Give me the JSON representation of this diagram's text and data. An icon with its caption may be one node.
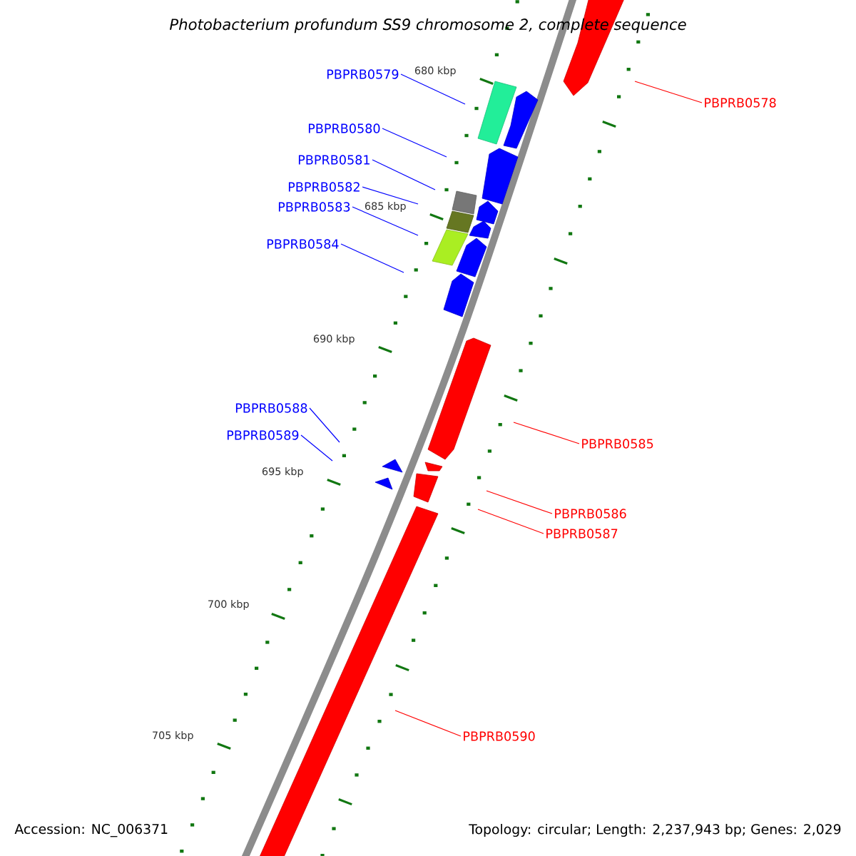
{
  "diagram": {
    "nodes": [
      {
        "text": [
          "PBPRB0579"
        ]
      },
      {
        "text": [
          "PBPRB0578"
        ]
      },
      {
        "text": [
          "PBPRB0580"
        ]
      },
      {
        "text": [
          "PBPRB0581"
        ]
      },
      {
        "text": [
          "PBPRB0582"
        ]
      },
      {
        "text": [
          "PBPRB0583"
        ]
      },
      {
        "text": [
          "PBPRB0584"
        ]
      },
      {
        "text": [
          "PBPRB0588"
        ]
      },
      {
        "text": [
          "PBPRB0589"
        ]
      },
      {
        "text": [
          "PBPRB0585"
        ]
      },
      {
        "text": [
          "PBPRB0586"
        ]
      },
      {
        "text": [
          "PBPRB0587"
        ]
      },
      {
        "text": [
          "PBPRB0590"
        ]
      }
    ],
    "edges": [
      {
        "from": 0,
        "to": null,
        "arrow": "none"
      },
      {
        "from": 1,
        "to": null,
        "arrow": "none",
        "color": "#ff0000"
      },
      {
        "from": 2,
        "to": null,
        "arrow": "none"
      },
      {
        "from": 3,
        "to": null,
        "arrow": "none"
      },
      {
        "from": 4,
        "to": null,
        "arrow": "none"
      },
      {
        "from": 5,
        "to": null,
        "arrow": "none"
      },
      {
        "from": 6,
        "to": null,
        "arrow": "none"
      },
      {
        "from": 7,
        "to": null,
        "arrow": "none"
      },
      {
        "from": 8,
        "to": null,
        "arrow": "none"
      },
      {
        "from": 9,
        "to": null,
        "arrow": "none",
        "color": "#ff0000"
      },
      {
        "from": 10,
        "to": null,
        "arrow": "none",
        "color": "#ff0000"
      },
      {
        "from": 11,
        "to": null,
        "arrow": "none",
        "color": "#ff0000"
      },
      {
        "from": 12,
        "to": null,
        "arrow": "none",
        "color": "#ff0000"
      }
    ],
    "labels": [
      "Photobacterium profundum SS9 chromosome 2, complete sequence",
      "680 kbp",
      "685 kbp",
      "690 kbp",
      "695 kbp",
      "700 kbp",
      "705 kbp",
      "Accession: NC_006371",
      "Topology: circular; Length: 2,237,943 bp; Genes: 2,029"
    ]
  }
}
